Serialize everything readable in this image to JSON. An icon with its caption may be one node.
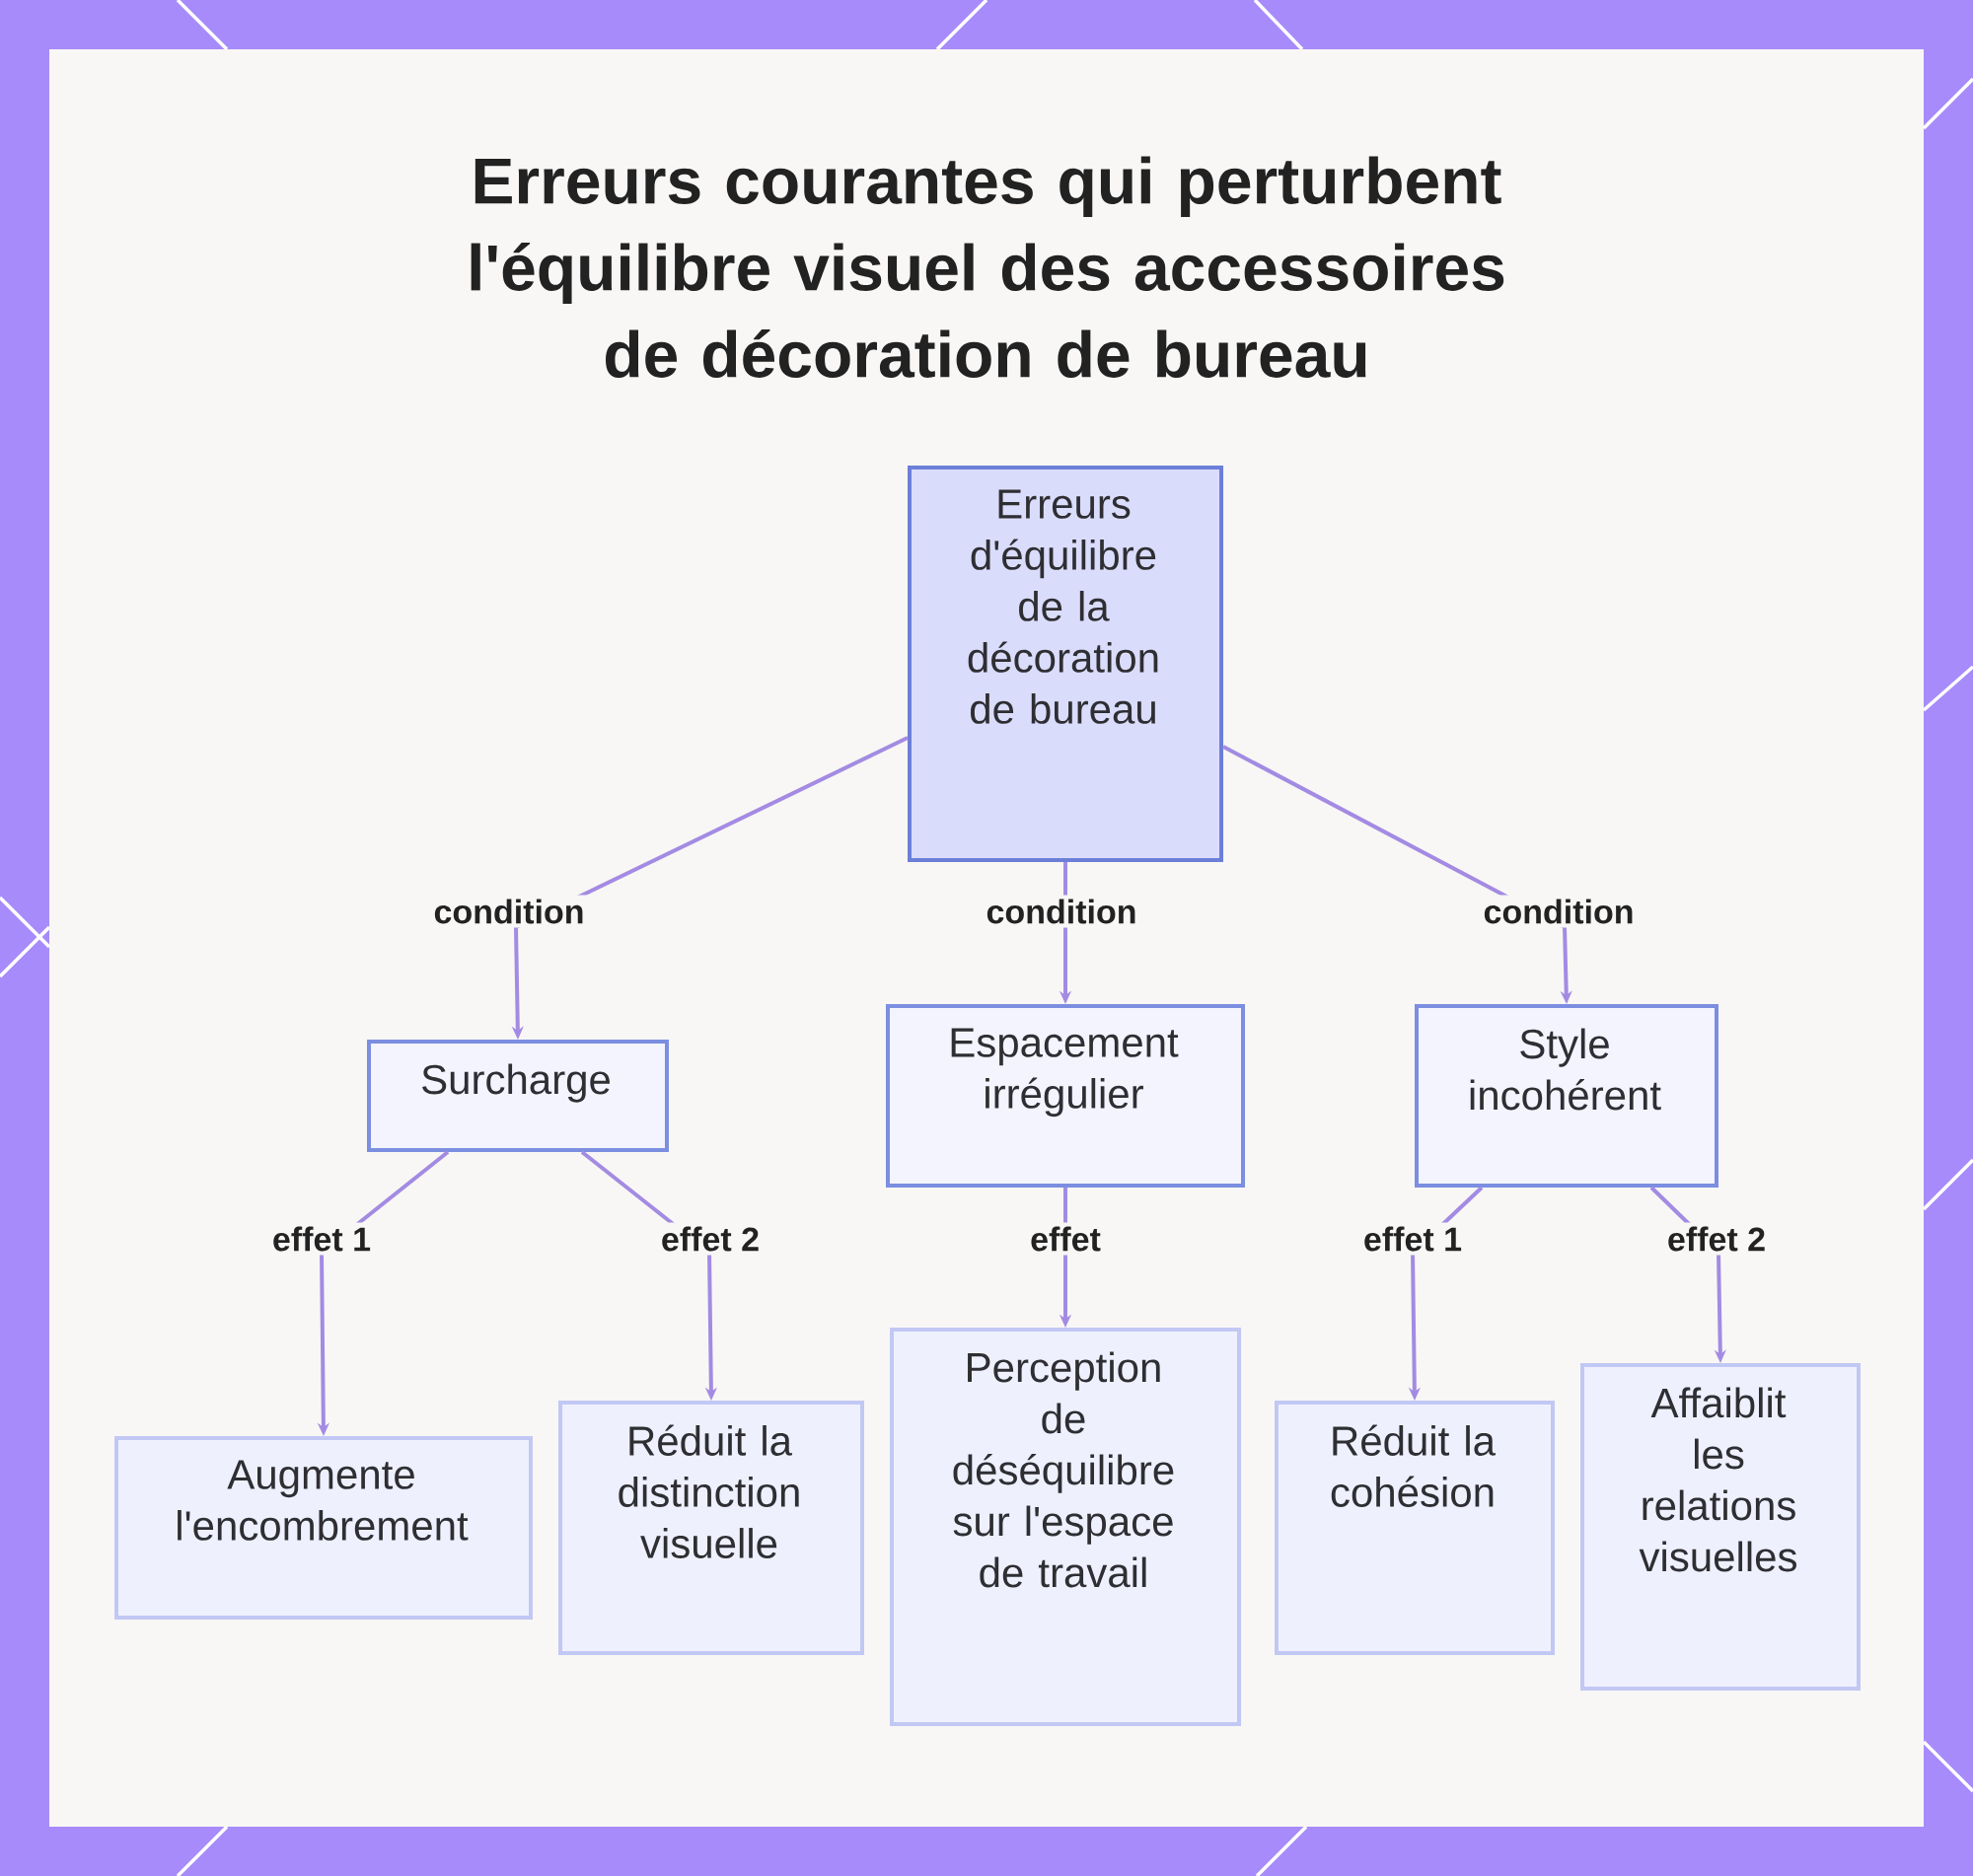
{
  "diagram": {
    "title": "Erreurs courantes qui perturbent l'équilibre visuel des accessoires de décoration de bureau",
    "nodes": [
      {
        "text": [
          "Erreurs d'équilibre de la décoration de bureau"
        ]
      },
      {
        "text": [
          "Surcharge"
        ]
      },
      {
        "text": [
          "Espacement irrégulier"
        ]
      },
      {
        "text": [
          "Style incohérent"
        ]
      },
      {
        "text": [
          "Augmente l'encombrement"
        ]
      },
      {
        "text": [
          "Réduit la distinction visuelle"
        ]
      },
      {
        "text": [
          "Perception de déséquilibre sur l'espace de travail"
        ]
      },
      {
        "text": [
          "Réduit la cohésion"
        ]
      },
      {
        "text": [
          "Affaiblit les relations visuelles"
        ]
      }
    ],
    "edges": [
      {
        "from": 0,
        "to": 1,
        "arrow": "to",
        "label": "condition"
      },
      {
        "from": 0,
        "to": 2,
        "arrow": "to",
        "label": "condition"
      },
      {
        "from": 0,
        "to": 3,
        "arrow": "to",
        "label": "condition"
      },
      {
        "from": 1,
        "to": 4,
        "arrow": "to",
        "label": "effet 1"
      },
      {
        "from": 1,
        "to": 5,
        "arrow": "to",
        "label": "effet 2"
      },
      {
        "from": 2,
        "to": 6,
        "arrow": "to",
        "label": "effet"
      },
      {
        "from": 3,
        "to": 7,
        "arrow": "to",
        "label": "effet 1"
      },
      {
        "from": 3,
        "to": 8,
        "arrow": "to",
        "label": "effet 2"
      }
    ]
  }
}
